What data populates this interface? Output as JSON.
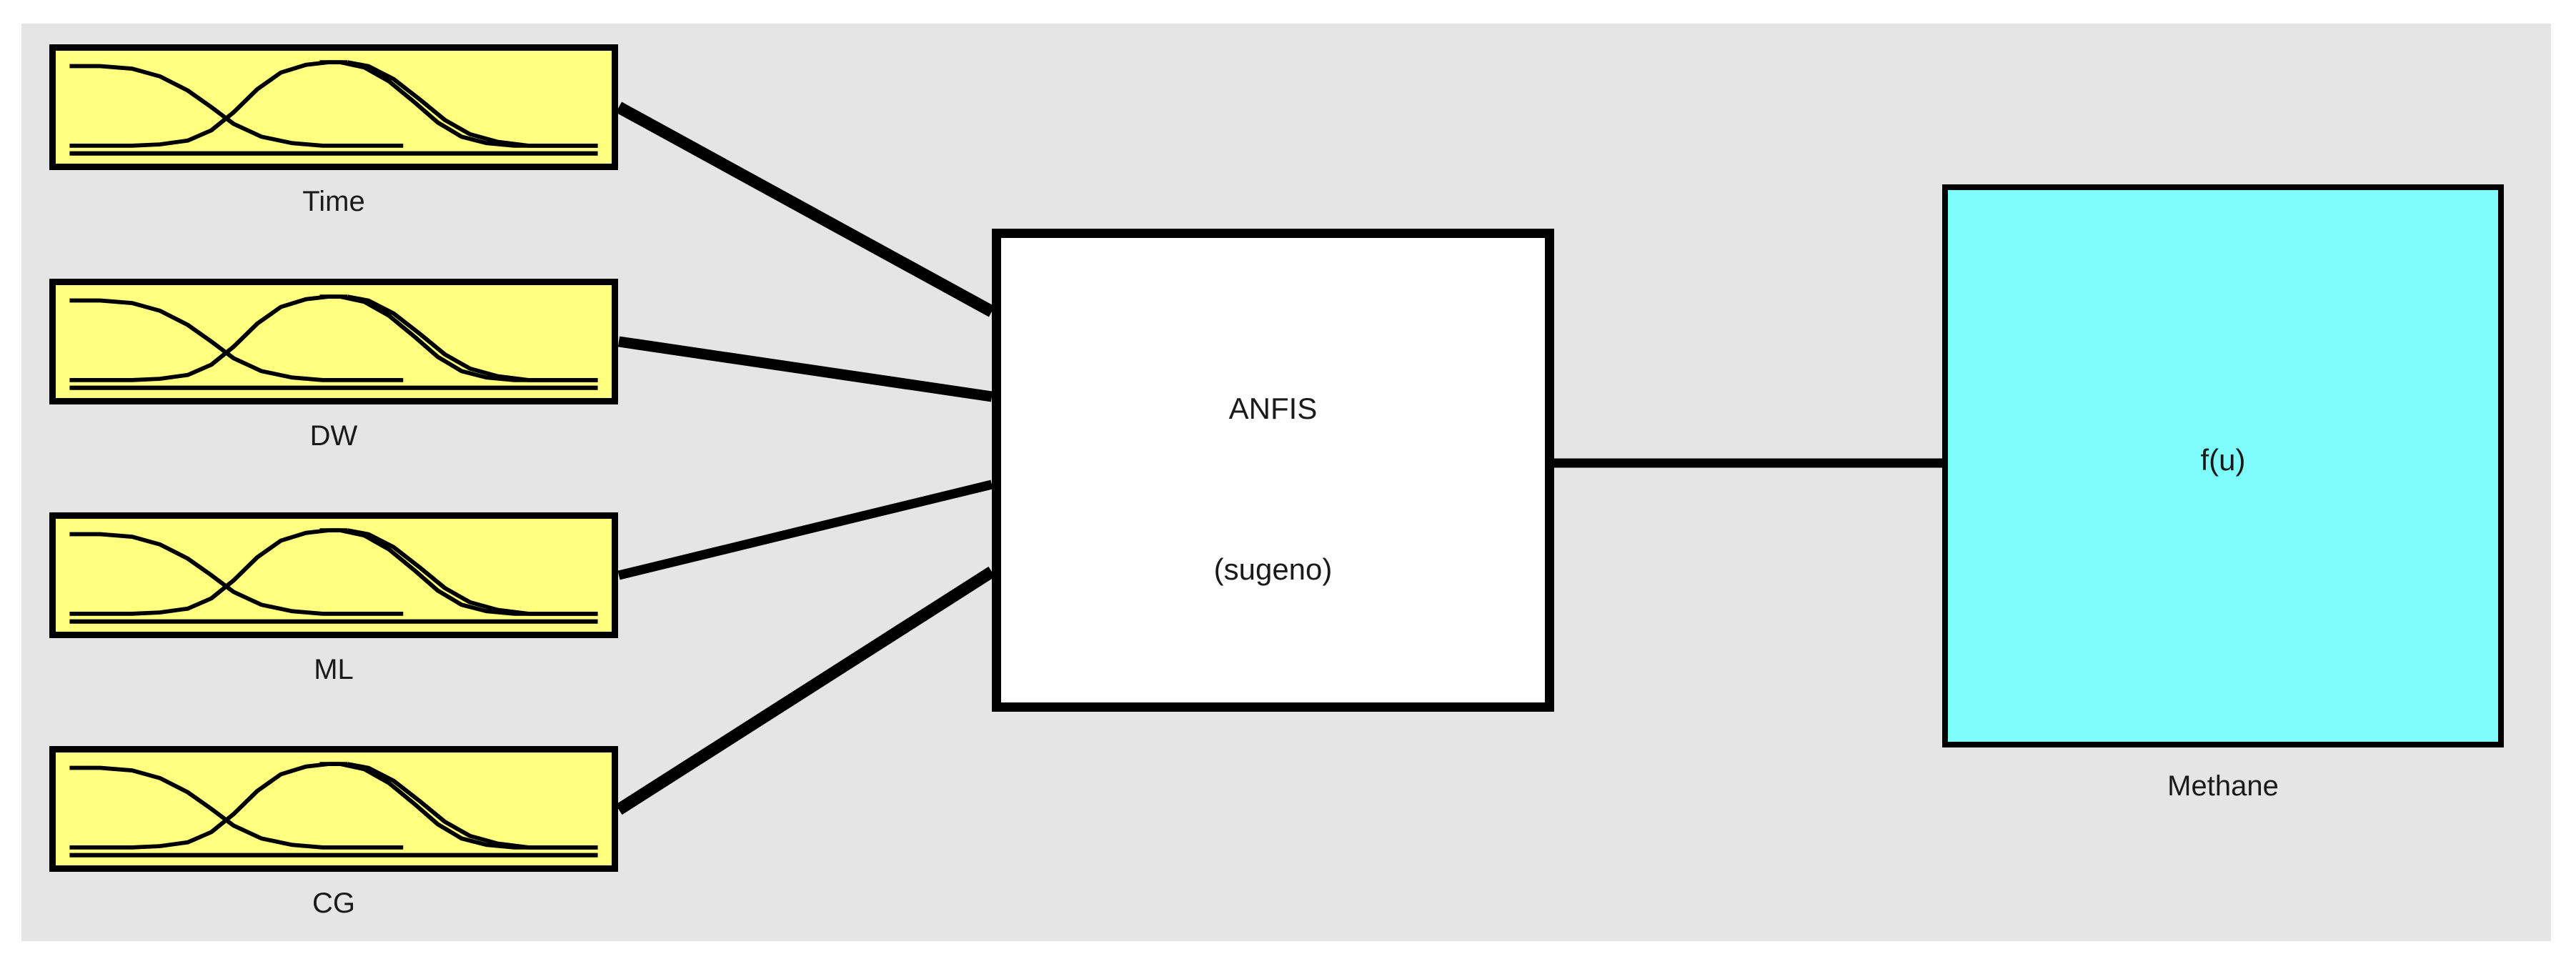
{
  "diagram": {
    "title": "ANFIS Sugeno fuzzy inference system structure",
    "canvas_color": "#e5e5e5",
    "input_fill": "#ffff80",
    "output_fill": "#7ffdfd",
    "line_color": "#000000"
  },
  "inputs": [
    {
      "label": "Time",
      "mf_count": 3,
      "mf_shape": "gaussian-bell"
    },
    {
      "label": "DW",
      "mf_count": 3,
      "mf_shape": "gaussian-bell"
    },
    {
      "label": "ML",
      "mf_count": 3,
      "mf_shape": "gaussian-bell"
    },
    {
      "label": "CG",
      "mf_count": 3,
      "mf_shape": "gaussian-bell"
    }
  ],
  "engine": {
    "title": "ANFIS",
    "subtitle": "(sugeno)"
  },
  "output": {
    "value": "f(u)",
    "label": "Methane"
  }
}
